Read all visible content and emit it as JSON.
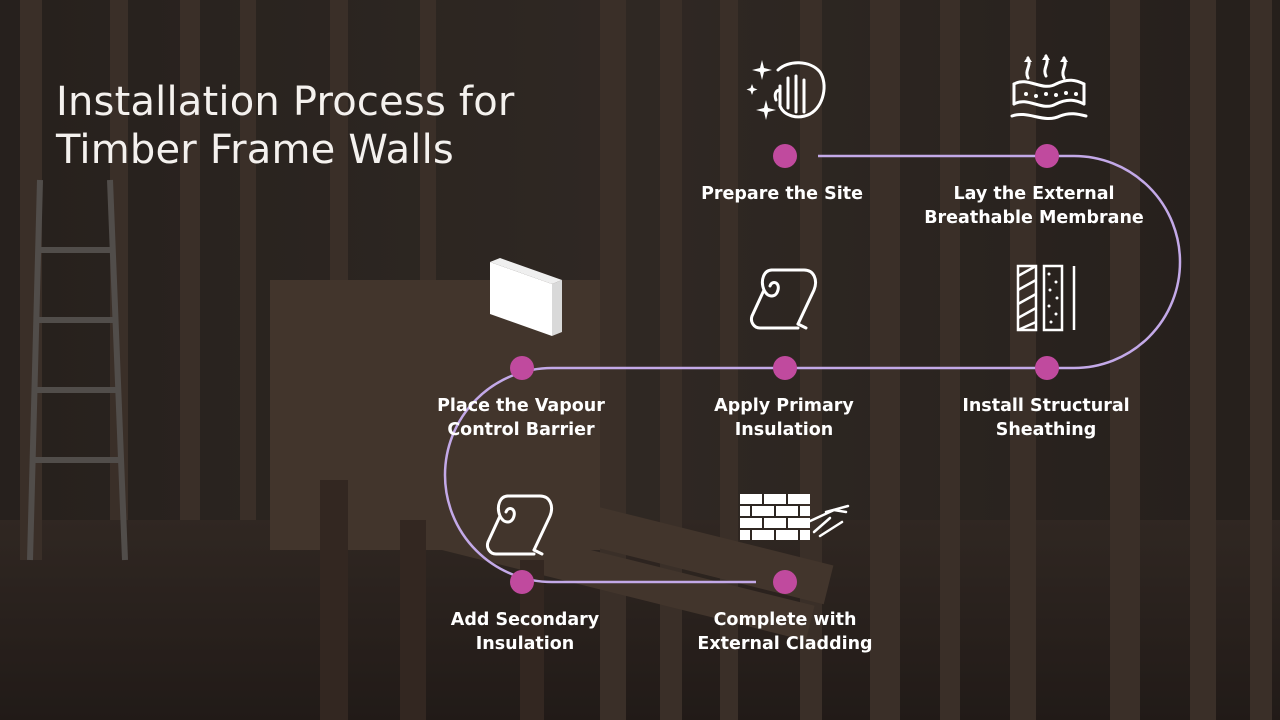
{
  "title": {
    "line1": "Installation Process for",
    "line2": "Timber Frame Walls"
  },
  "colors": {
    "accent_dot": "#c04a9e",
    "connector": "#c3a9e8",
    "title_text": "#f4f1ee",
    "label_text": "#ffffff",
    "icon": "#ffffff"
  },
  "steps": [
    {
      "line1": "Prepare the Site",
      "line2": "",
      "icon": "cleaning-hand-sparkle-icon"
    },
    {
      "line1": "Lay the External",
      "line2": "Breathable Membrane",
      "icon": "breathable-membrane-icon"
    },
    {
      "line1": "Install Structural",
      "line2": "Sheathing",
      "icon": "wall-layers-sheathing-icon"
    },
    {
      "line1": "Apply Primary",
      "line2": "Insulation",
      "icon": "insulation-roll-icon"
    },
    {
      "line1": "Place the Vapour",
      "line2": "Control Barrier",
      "icon": "barrier-board-icon"
    },
    {
      "line1": "Add Secondary",
      "line2": "Insulation",
      "icon": "insulation-roll-icon"
    },
    {
      "line1": "Complete with",
      "line2": "External Cladding",
      "icon": "brick-wall-trowel-icon"
    }
  ]
}
